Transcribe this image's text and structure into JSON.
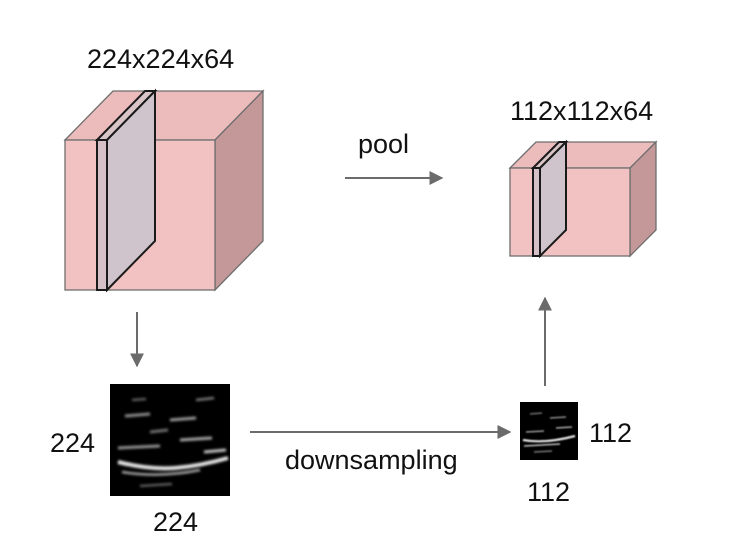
{
  "big_volume": {
    "dims_label": "224x224x64"
  },
  "small_volume": {
    "dims_label": "112x112x64"
  },
  "pool_label": "pool",
  "downsampling_label": "downsampling",
  "large_slice": {
    "height_label": "224",
    "width_label": "224"
  },
  "small_slice": {
    "height_label": "112",
    "width_label": "112"
  },
  "colors": {
    "cube_front": "#f2c2c2",
    "cube_top": "#ecbcbc",
    "cube_side": "#c49898",
    "cube_edge": "#6e6e6e",
    "slice_fill": "#cfc4cc",
    "slice_edge": "#1a1a1a",
    "arrow": "#6b6b6b",
    "activation_bg": "#000000"
  }
}
